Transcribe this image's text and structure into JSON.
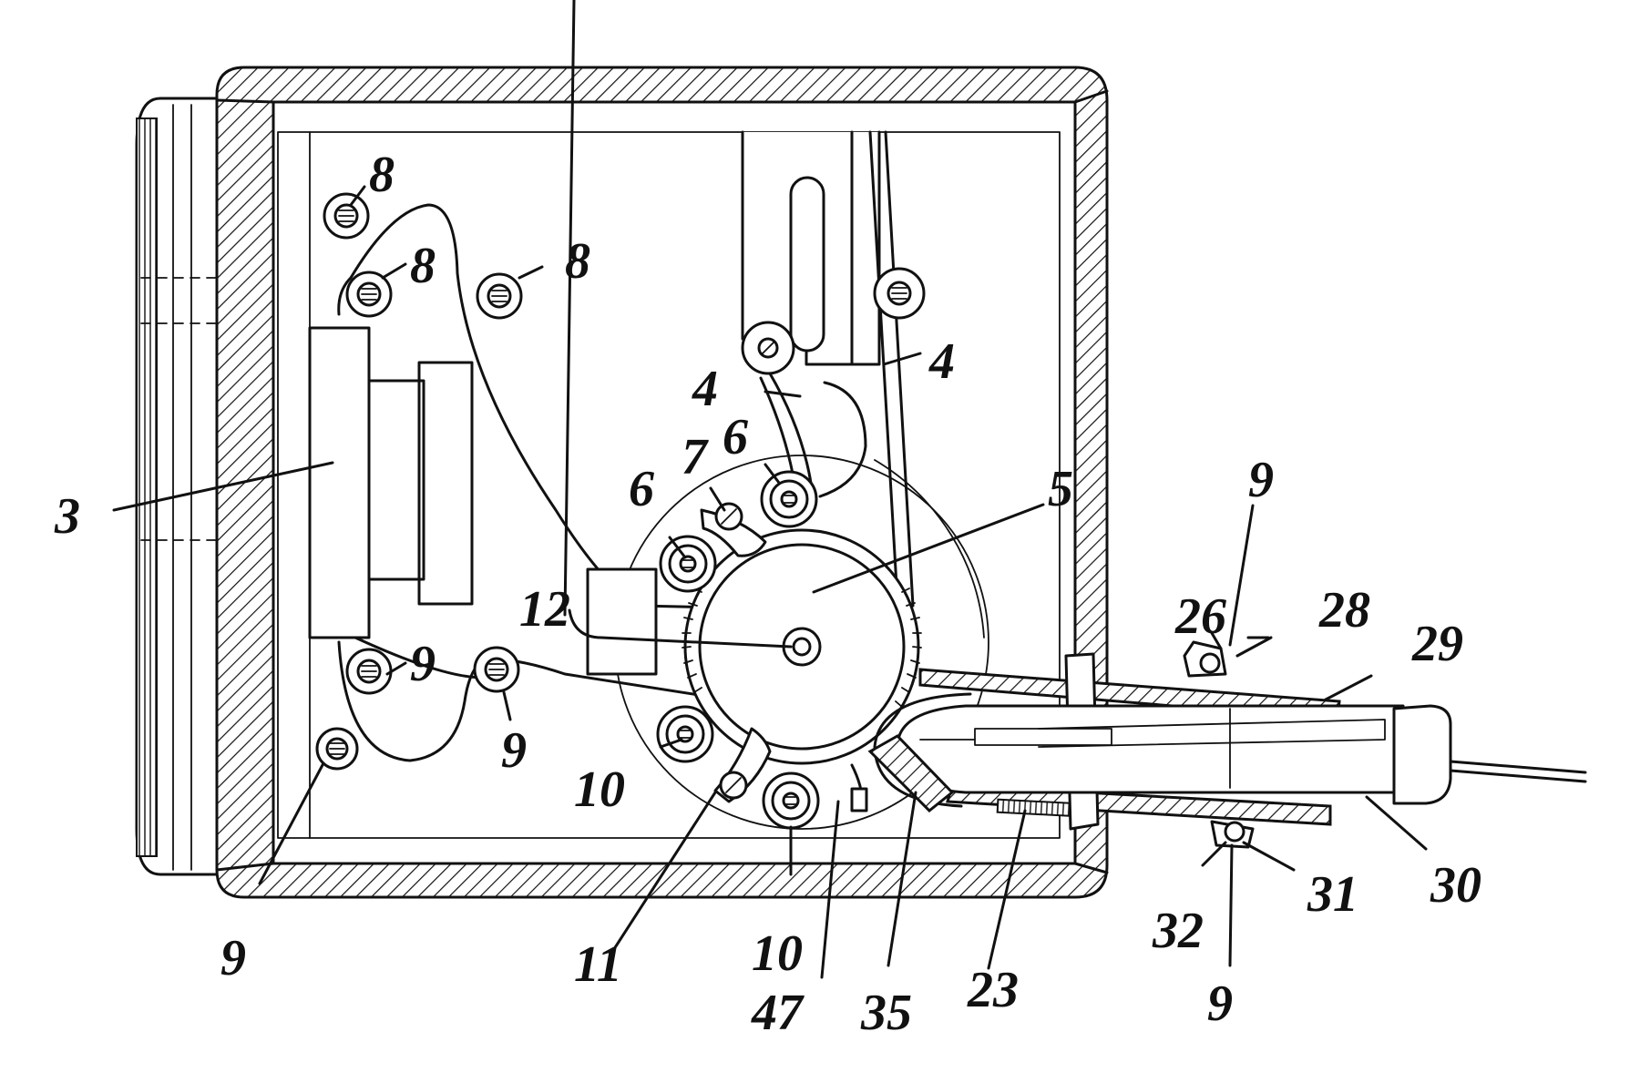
{
  "labels": {
    "l3": "3",
    "l4a": "4",
    "l4b": "4",
    "l5": "5",
    "l6a": "6",
    "l6b": "6",
    "l7": "7",
    "l8a": "8",
    "l8b": "8",
    "l8c": "8",
    "l9a": "9",
    "l9b": "9",
    "l9c": "9",
    "l9d": "9",
    "l9e": "9",
    "l10a": "10",
    "l10b": "10",
    "l11": "11",
    "l12": "12",
    "l23": "23",
    "l26": "26",
    "l28": "28",
    "l29": "29",
    "l30": "30",
    "l31": "31",
    "l32": "32",
    "l35": "35",
    "l47": "47"
  }
}
